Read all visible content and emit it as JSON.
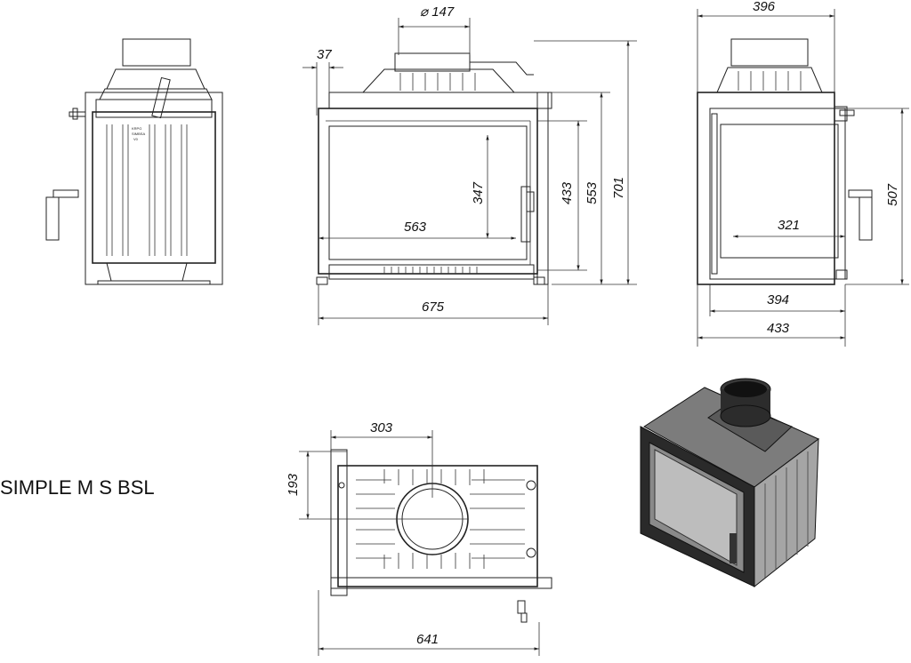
{
  "title": "SIMPLE M S BSL",
  "side_plate_text": [
    "KRPG",
    "SIMBSA",
    "V0"
  ],
  "dimensions": {
    "flue_diameter": "⌀ 147",
    "flue_offset": "37",
    "front_width": "675",
    "glass_width": "563",
    "glass_height": "347",
    "door_height": "433",
    "body_height": "553",
    "total_height": "701",
    "side_depth": "396",
    "side_height": "507",
    "side_glass_width": "321",
    "side_frame_width": "394",
    "side_total_width": "433",
    "top_offset": "303",
    "top_depth": "193",
    "top_width": "641"
  }
}
